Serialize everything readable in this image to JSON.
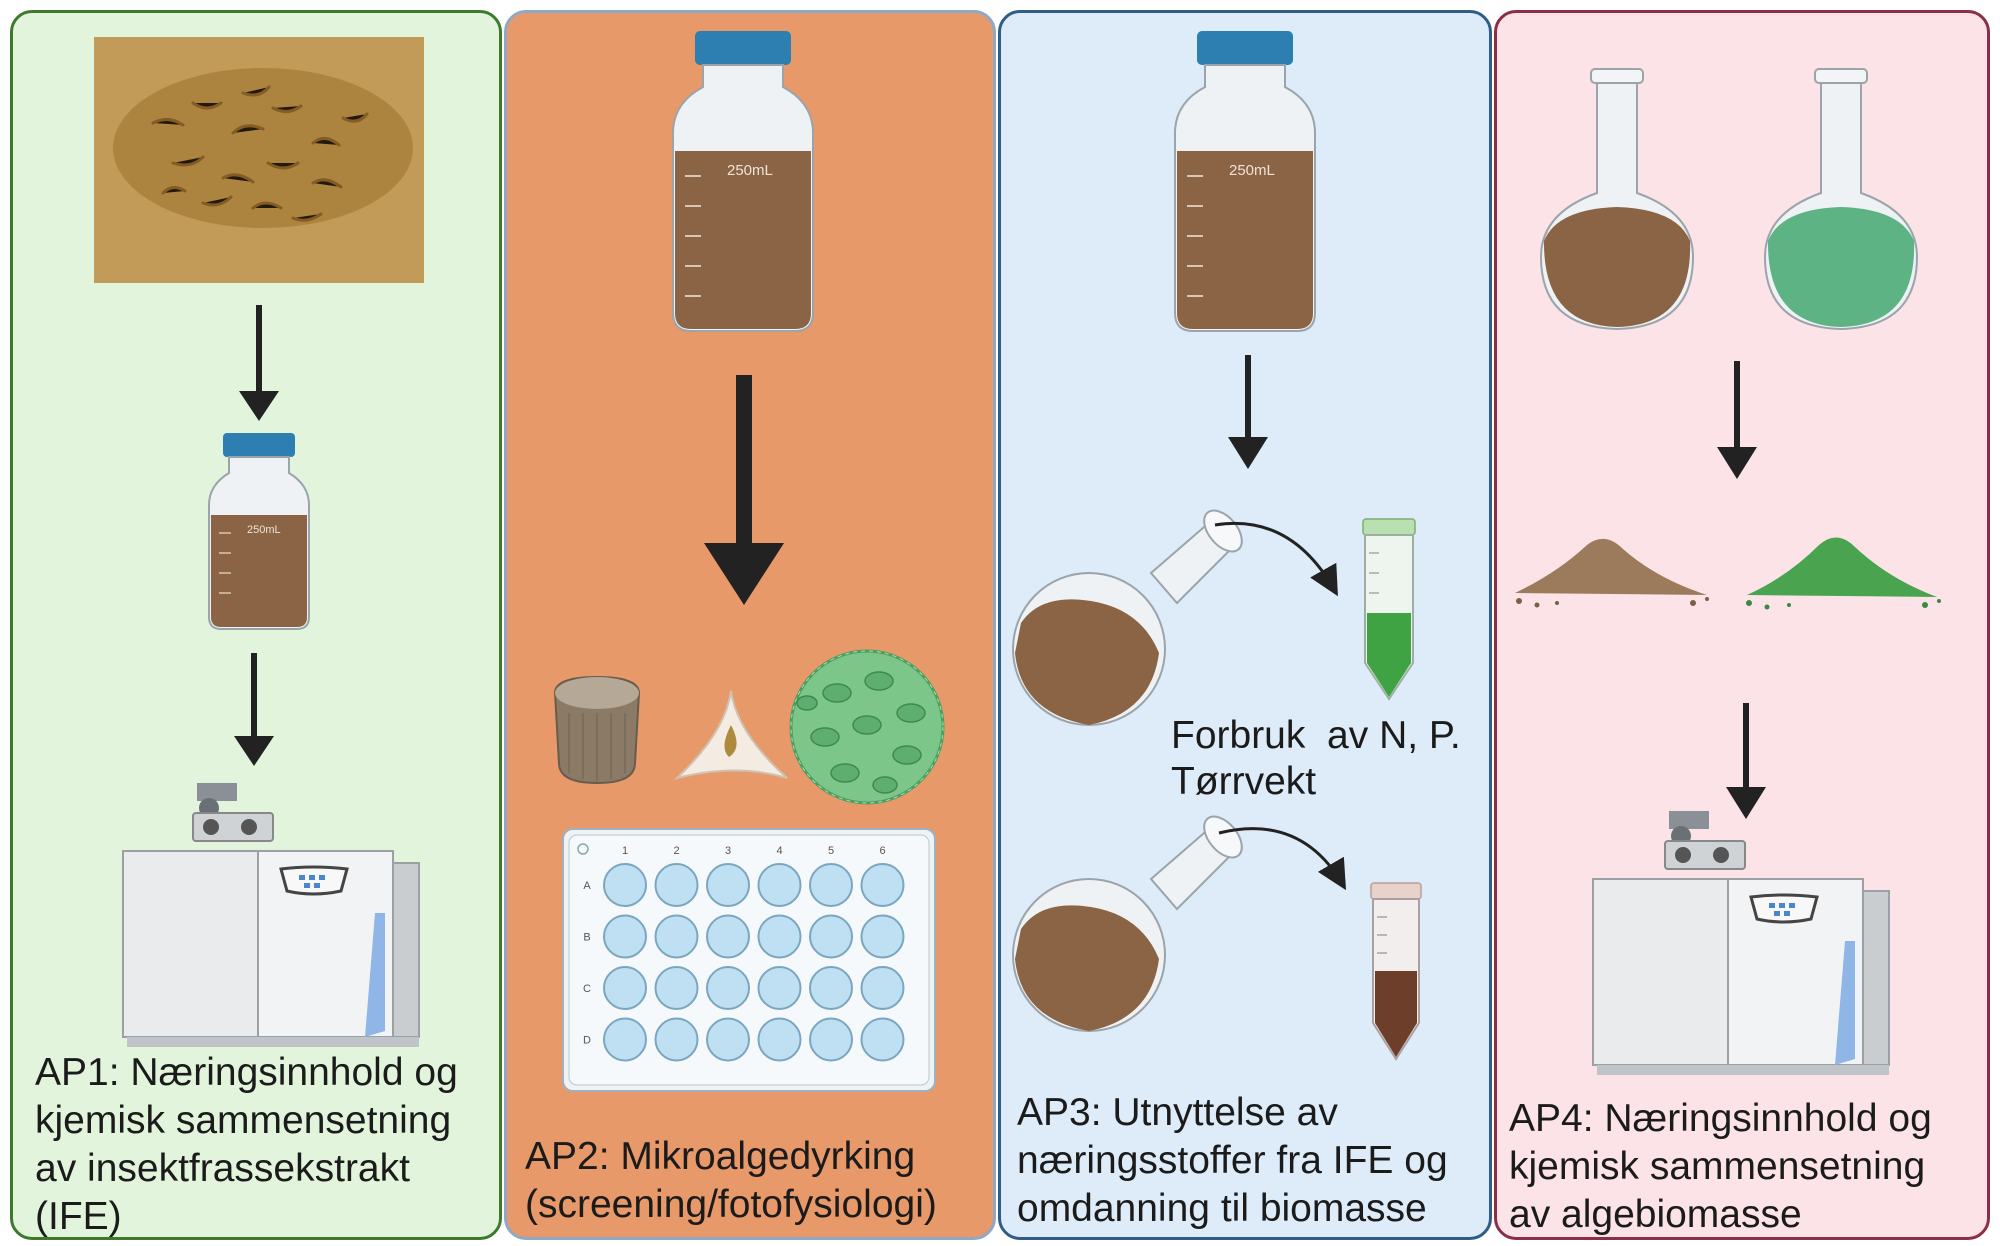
{
  "colors": {
    "ap1_bg": "#e2f5dc",
    "ap1_border": "#3e7a2c",
    "ap2_bg": "#e8996a",
    "ap2_border": "#8fa8c8",
    "ap3_bg": "#deebf8",
    "ap3_border": "#2f5d86",
    "ap4_bg": "#fbe3e8",
    "ap4_border": "#8c2e48",
    "liquid_brown": "#8a6444",
    "liquid_green": "#5db383",
    "cap_blue": "#2c7fb0"
  },
  "bottle_volume": "250mL",
  "ap1": {
    "caption": "AP1: Næringsinnhold og\nkjemisk sammensetning\nav insektfrassekstrakt\n(IFE)"
  },
  "ap2": {
    "caption": "AP2: Mikroalgedyrking\n(screening/fotofysiologi)",
    "plate_columns": [
      "1",
      "2",
      "3",
      "4",
      "5",
      "6"
    ],
    "plate_rows": [
      "A",
      "B",
      "C",
      "D"
    ]
  },
  "ap3": {
    "measure_label": "Forbruk  av N, P.\nTørrvekt",
    "caption": "AP3: Utnyttelse av\nnæringsstoffer fra IFE og\nomdanning til biomasse"
  },
  "ap4": {
    "caption": "AP4: Næringsinnhold og\nkjemisk sammensetning\nav algebiomasse"
  }
}
